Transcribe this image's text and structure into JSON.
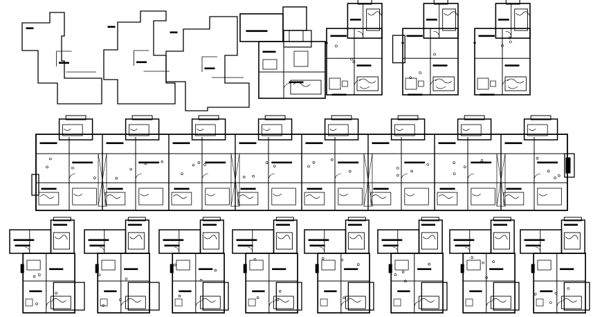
{
  "drawing": {
    "type": "architectural-floor-plan-sheet",
    "background": "#ffffff",
    "line_color": "#000000",
    "rows": [
      {
        "name": "outline-plans",
        "plan_count": 3,
        "detail": "outline"
      },
      {
        "name": "unit-plans-top",
        "plan_count": 4,
        "detail": "furnished"
      },
      {
        "name": "combined-floor-plate",
        "plan_count": 8,
        "detail": "furnished"
      },
      {
        "name": "unit-plans-bottom",
        "plan_count": 8,
        "detail": "furnished"
      }
    ]
  }
}
